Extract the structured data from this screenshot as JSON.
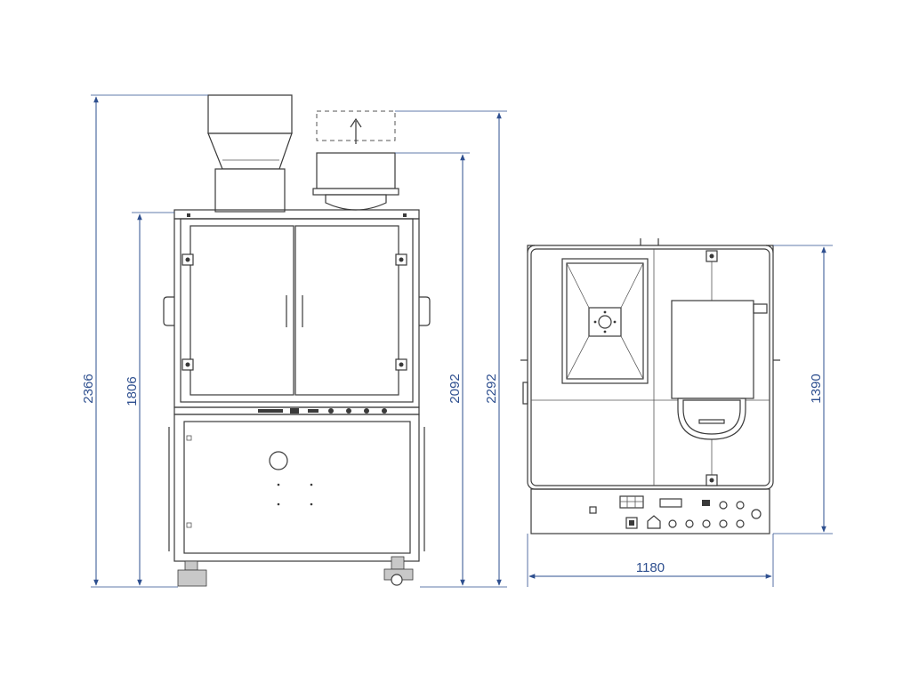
{
  "dimensions": {
    "total_height": "2366",
    "body_height": "1806",
    "hopper_top_height": "2092",
    "lid_open_height": "2292",
    "depth": "1390",
    "width": "1180"
  },
  "colors": {
    "line": "#3a3a3a",
    "dimension": "#2e4f8f",
    "background": "#ffffff"
  }
}
